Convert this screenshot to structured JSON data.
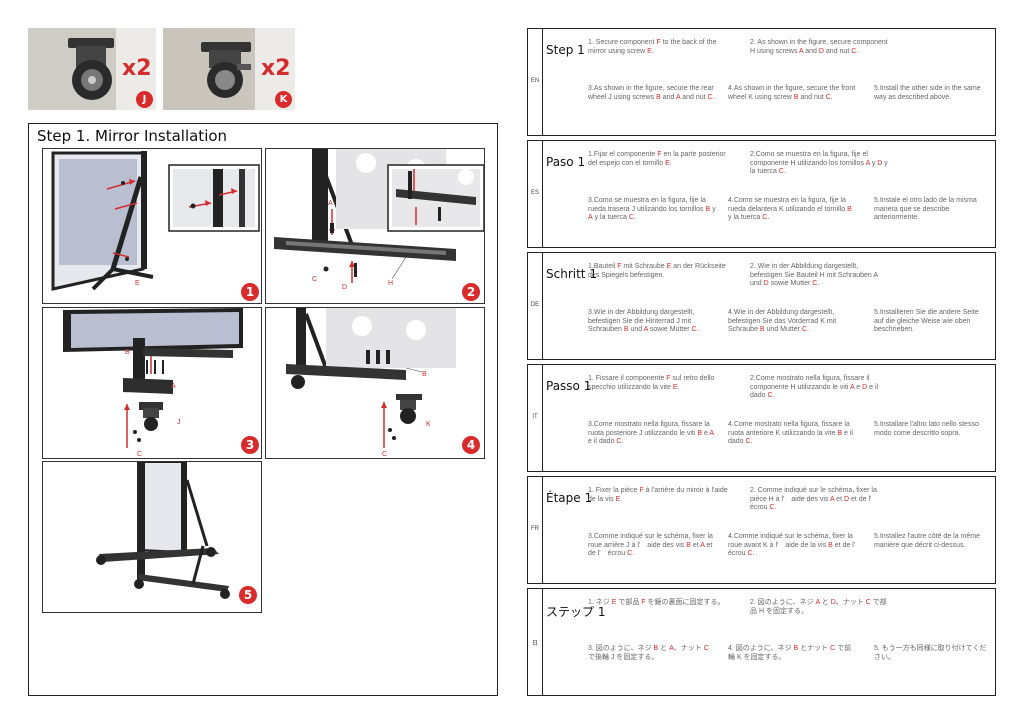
{
  "thumbs": [
    {
      "qty": "x2",
      "badge": "J"
    },
    {
      "qty": "x2",
      "badge": "K"
    }
  ],
  "main": {
    "title": "Step 1. Mirror Installation",
    "panel_numbers": [
      "1",
      "2",
      "3",
      "4",
      "5"
    ],
    "labels": {
      "p1_e": "E",
      "p2_a": "A",
      "p2_c": "C",
      "p2_d": "D",
      "p2_h": "H",
      "p3_b": "B",
      "p3_a": "A",
      "p3_j": "J",
      "p3_c": "C",
      "p4_b": "B",
      "p4_k": "K",
      "p4_c": "C"
    }
  },
  "instructions": [
    {
      "code": "EN",
      "title": "Step 1",
      "s1": [
        {
          "t": "1. Secure component "
        },
        {
          "t": "F",
          "r": 1
        },
        {
          "t": " to the back of the mirror using screw "
        },
        {
          "t": "E",
          "r": 1
        },
        {
          "t": "."
        }
      ],
      "s2": [
        {
          "t": "2. As shown in the figure, secure component H using screws "
        },
        {
          "t": "A",
          "r": 1
        },
        {
          "t": " and "
        },
        {
          "t": "D",
          "r": 1
        },
        {
          "t": " and nut "
        },
        {
          "t": "C",
          "r": 1
        },
        {
          "t": "."
        }
      ],
      "s3": [
        {
          "t": "3.As shown in the figure, secure the rear wheel J using screws "
        },
        {
          "t": "B",
          "r": 1
        },
        {
          "t": " and "
        },
        {
          "t": "A",
          "r": 1
        },
        {
          "t": " and nut "
        },
        {
          "t": "C",
          "r": 1
        },
        {
          "t": "."
        }
      ],
      "s4": [
        {
          "t": "4.As shown in the figure, secure the front wheel K using screw "
        },
        {
          "t": "B",
          "r": 1
        },
        {
          "t": " and nut "
        },
        {
          "t": "C",
          "r": 1
        },
        {
          "t": "."
        }
      ],
      "s5": [
        {
          "t": "5.Install the other side in the same way as described above."
        }
      ]
    },
    {
      "code": "ES",
      "title": "Paso 1",
      "s1": [
        {
          "t": "1.Fijar el componente "
        },
        {
          "t": "F",
          "r": 1
        },
        {
          "t": " en la parte posterior del espejo con el tornillo "
        },
        {
          "t": "E",
          "r": 1
        },
        {
          "t": "."
        }
      ],
      "s2": [
        {
          "t": "2.Como se muestra en la figura, fije el componente H utilizando los tornillos "
        },
        {
          "t": "A",
          "r": 1
        },
        {
          "t": " y "
        },
        {
          "t": "D",
          "r": 1
        },
        {
          "t": " y la tuerca "
        },
        {
          "t": "C",
          "r": 1
        },
        {
          "t": "."
        }
      ],
      "s3": [
        {
          "t": "3.Como se muestra en la figura, fije la rueda trasera J utilizando los tornillos "
        },
        {
          "t": "B",
          "r": 1
        },
        {
          "t": " y "
        },
        {
          "t": "A",
          "r": 1
        },
        {
          "t": " y la tuerca "
        },
        {
          "t": "C",
          "r": 1
        },
        {
          "t": "."
        }
      ],
      "s4": [
        {
          "t": "4.Como se muestra en la figura, fije la rueda delantera K utilizando el tornillo "
        },
        {
          "t": "B",
          "r": 1
        },
        {
          "t": " y la tuerca "
        },
        {
          "t": "C",
          "r": 1
        },
        {
          "t": "."
        }
      ],
      "s5": [
        {
          "t": "5.Instale el otro lado de la misma manera que se describe anteriormente."
        }
      ]
    },
    {
      "code": "DE",
      "title": "Schritt 1",
      "s1": [
        {
          "t": "1.Bauteil "
        },
        {
          "t": "F",
          "r": 1
        },
        {
          "t": " mit Schraube "
        },
        {
          "t": "E",
          "r": 1
        },
        {
          "t": " an der Rückseite des Spiegels befestigen."
        }
      ],
      "s2": [
        {
          "t": "2. Wie in der Abbildung dargestellt, befestigen Sie Bauteil H mit Schrauben A und "
        },
        {
          "t": "D",
          "r": 1
        },
        {
          "t": " sowie Mutter "
        },
        {
          "t": "C",
          "r": 1
        },
        {
          "t": "."
        }
      ],
      "s3": [
        {
          "t": "3.Wie in der Abbildung dargestellt, befestigen Sie die Hinterrad J mit Schrauben "
        },
        {
          "t": "B",
          "r": 1
        },
        {
          "t": " und "
        },
        {
          "t": "A",
          "r": 1
        },
        {
          "t": " sowie Mutter "
        },
        {
          "t": "C",
          "r": 1
        },
        {
          "t": "."
        }
      ],
      "s4": [
        {
          "t": "4.Wie in der Abbildung dargestellt, befestigen Sie das Vorderrad K mit Schraube "
        },
        {
          "t": "B",
          "r": 1
        },
        {
          "t": " und Mutter "
        },
        {
          "t": "C",
          "r": 1
        },
        {
          "t": "."
        }
      ],
      "s5": [
        {
          "t": "5.Installieren Sie die andere Seite auf die gleiche Weise wie oben beschrieben."
        }
      ]
    },
    {
      "code": "IT",
      "title": "Passo 1",
      "s1": [
        {
          "t": "1. Fissare il componente "
        },
        {
          "t": "F",
          "r": 1
        },
        {
          "t": " sul retro dello specchio utilizzando la vite "
        },
        {
          "t": "E",
          "r": 1
        },
        {
          "t": "."
        }
      ],
      "s2": [
        {
          "t": "2.Come mostrato nella figura, fissare il componente H utilizzando le viti "
        },
        {
          "t": "A",
          "r": 1
        },
        {
          "t": " e "
        },
        {
          "t": "D",
          "r": 1
        },
        {
          "t": " e il dado "
        },
        {
          "t": "C",
          "r": 1
        },
        {
          "t": "."
        }
      ],
      "s3": [
        {
          "t": "3.Come mostrato nella figura, fissare la ruota posteriore J utilizzando le viti "
        },
        {
          "t": "B",
          "r": 1
        },
        {
          "t": " e "
        },
        {
          "t": "A",
          "r": 1
        },
        {
          "t": " e il dado "
        },
        {
          "t": "C",
          "r": 1
        },
        {
          "t": "."
        }
      ],
      "s4": [
        {
          "t": "4.Come mostrato nella figura, fissare la ruota anteriore K utilizzando la vite "
        },
        {
          "t": "B",
          "r": 1
        },
        {
          "t": " e il dado "
        },
        {
          "t": "C",
          "r": 1
        },
        {
          "t": "."
        }
      ],
      "s5": [
        {
          "t": "5.Installare l'altro lato nello stesso modo come descritto sopra."
        }
      ]
    },
    {
      "code": "FR",
      "title": "Étape 1",
      "s1": [
        {
          "t": "1. Fixer la pièce "
        },
        {
          "t": "F",
          "r": 1
        },
        {
          "t": " à l'arrière du miroir à l'aide de la vis "
        },
        {
          "t": "E",
          "r": 1
        },
        {
          "t": "."
        }
      ],
      "s2": [
        {
          "t": "2. Comme indiqué sur le schéma, fixer la pièce H à l'　aide des vis "
        },
        {
          "t": "A",
          "r": 1
        },
        {
          "t": " et "
        },
        {
          "t": "D",
          "r": 1
        },
        {
          "t": " et de l'　écrou "
        },
        {
          "t": "C",
          "r": 1
        },
        {
          "t": "."
        }
      ],
      "s3": [
        {
          "t": "3.Comme indiqué sur le schéma, fixer la roue arrière J à l'　aide des vis "
        },
        {
          "t": "B",
          "r": 1
        },
        {
          "t": " et "
        },
        {
          "t": "A",
          "r": 1
        },
        {
          "t": " et de l'　écrou "
        },
        {
          "t": "C",
          "r": 1
        },
        {
          "t": "."
        }
      ],
      "s4": [
        {
          "t": "4.Comme indiqué sur le schéma, fixer la roue avant K à l'　aide de la vis "
        },
        {
          "t": "B",
          "r": 1
        },
        {
          "t": " et de l'　écrou "
        },
        {
          "t": "C",
          "r": 1
        },
        {
          "t": "."
        }
      ],
      "s5": [
        {
          "t": "5.Installez l'autre côté de la même manière que décrit ci-dessus."
        }
      ]
    },
    {
      "code": "日",
      "title": "ステップ 1",
      "s1": [
        {
          "t": "1. ネジ "
        },
        {
          "t": "E",
          "r": 1
        },
        {
          "t": " で部品 "
        },
        {
          "t": "F",
          "r": 1
        },
        {
          "t": " を鏡の裏面に固定する。"
        }
      ],
      "s2": [
        {
          "t": "2. 図のように、ネジ "
        },
        {
          "t": "A",
          "r": 1
        },
        {
          "t": " と "
        },
        {
          "t": "D",
          "r": 1
        },
        {
          "t": "、ナット "
        },
        {
          "t": "C",
          "r": 1
        },
        {
          "t": " で部品 H を固定する。"
        }
      ],
      "s3": [
        {
          "t": "3. 図のように、ネジ "
        },
        {
          "t": "B",
          "r": 1
        },
        {
          "t": " と "
        },
        {
          "t": "A",
          "r": 1
        },
        {
          "t": "、ナット "
        },
        {
          "t": "C",
          "r": 1
        },
        {
          "t": " で後輪 J を固定する。"
        }
      ],
      "s4": [
        {
          "t": "4. 図のように、ネジ "
        },
        {
          "t": "B",
          "r": 1
        },
        {
          "t": " とナット "
        },
        {
          "t": "C",
          "r": 1
        },
        {
          "t": " で前輪 K を固定する。"
        }
      ],
      "s5": [
        {
          "t": "5. もう一方も同様に取り付けてください。"
        }
      ]
    }
  ]
}
